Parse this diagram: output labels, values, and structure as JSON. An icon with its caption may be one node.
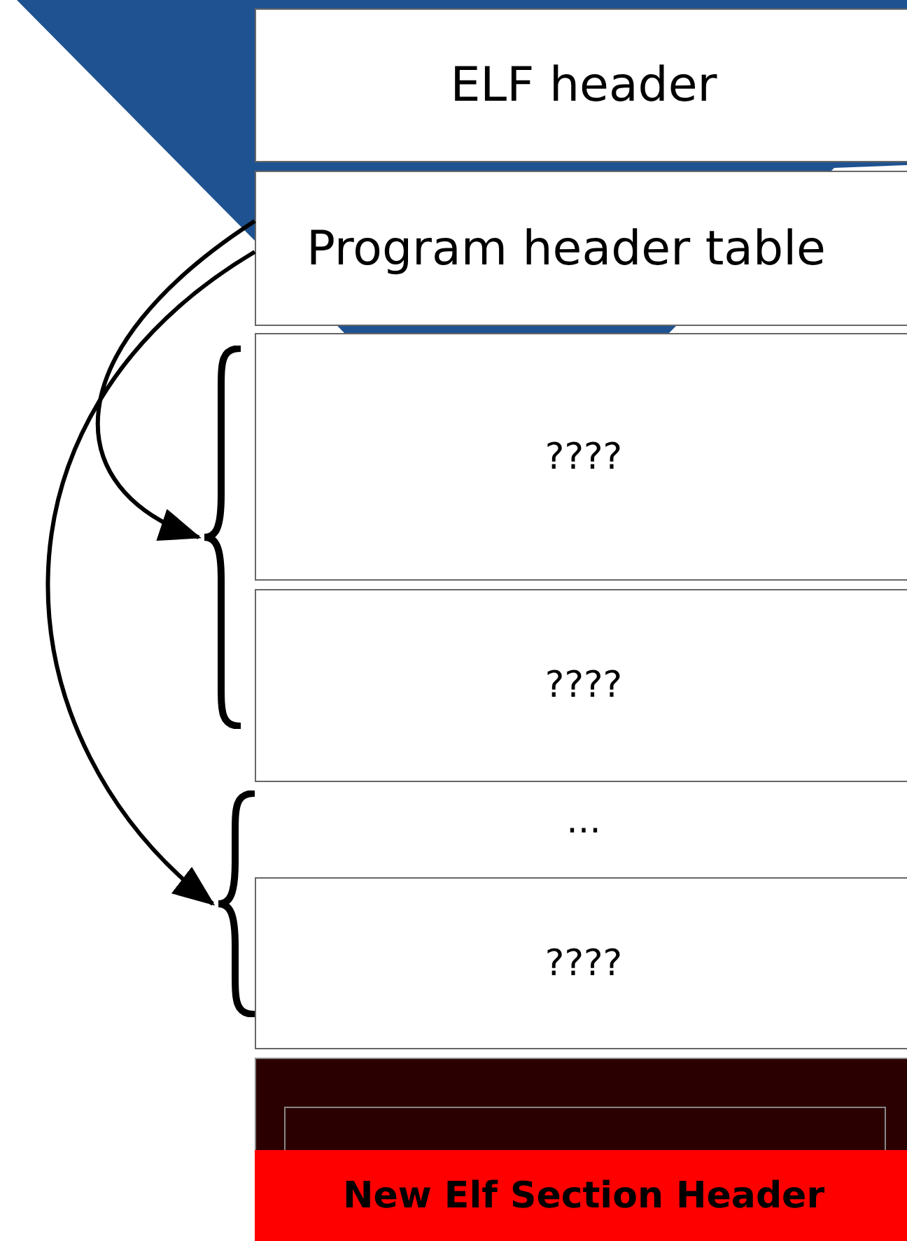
{
  "diagram": {
    "nodes": [
      {
        "text": [
          "ELF header"
        ]
      },
      {
        "text": [
          "Program header table"
        ]
      },
      {
        "text": [
          "????"
        ]
      },
      {
        "text": [
          "????"
        ]
      },
      {
        "text": [
          "..."
        ]
      },
      {
        "text": [
          "????"
        ]
      },
      {
        "text": [],
        "shape": "box"
      },
      {
        "text": [
          "New Elf Section Header"
        ],
        "in": 6
      },
      {
        "text": [],
        "shape": "brace"
      },
      {
        "text": [],
        "shape": "brace"
      }
    ],
    "edges": [
      {
        "from": 1,
        "to": 8,
        "arrow": "to"
      },
      {
        "from": 1,
        "to": 9,
        "arrow": "to"
      }
    ]
  }
}
